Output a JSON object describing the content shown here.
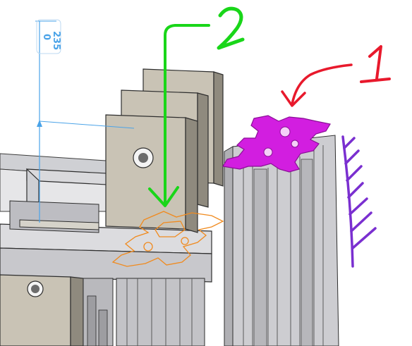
{
  "dimension": {
    "top_value": "235",
    "bottom_value": "0",
    "color": "#4aa3e8"
  },
  "annotations": [
    {
      "label": "1",
      "color": "#e8192c",
      "target": "aluminium-extrusion-profile-end"
    },
    {
      "label": "2",
      "color": "#19d619",
      "target": "orange-profile-outline"
    }
  ],
  "colors": {
    "highlight_profile": "#d21ee0",
    "ghost_profile": "#f08a1e",
    "wall_hatch": "#7a2fd0",
    "metal_light": "#d7d6d2",
    "metal_mid": "#bdbcb8",
    "metal_dark": "#8c8b87",
    "plate": "#c9c3b5",
    "plate_dark": "#8f8a7e"
  }
}
